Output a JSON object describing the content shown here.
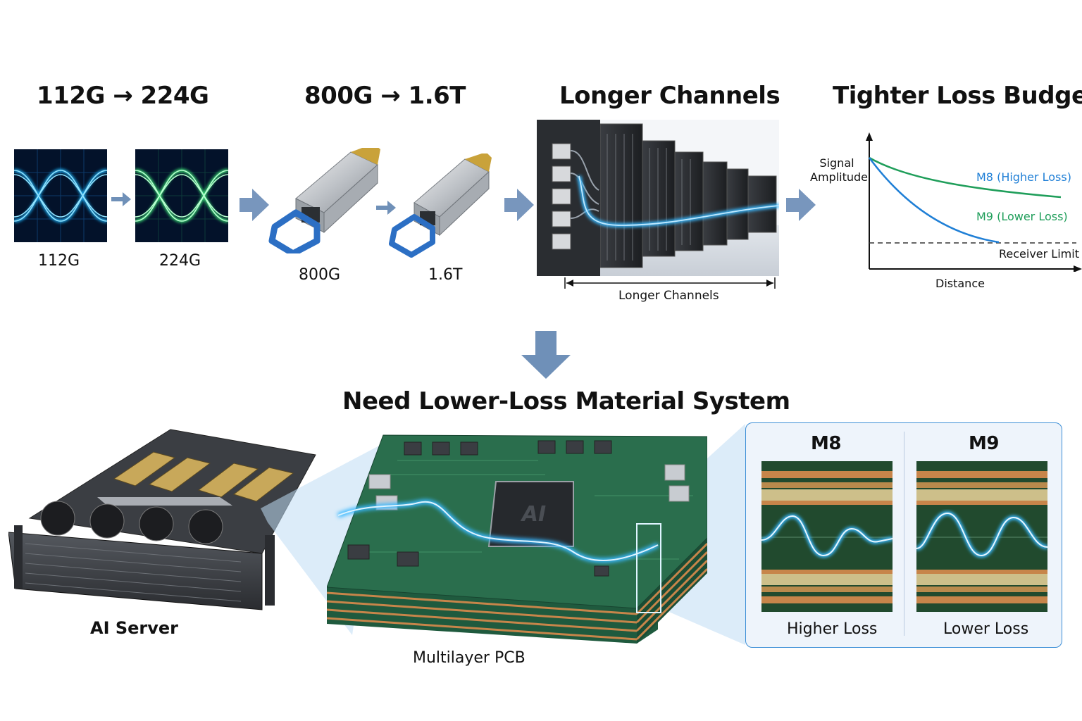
{
  "headings": {
    "serdes": "112G → 224G",
    "modules": "800G → 1.6T",
    "channels": "Longer Channels",
    "loss_budget": "Tighter Loss Budget",
    "conclusion": "Need Lower-Loss Material System"
  },
  "eye_diagrams": [
    {
      "label": "112G",
      "color": "#1fb7ff"
    },
    {
      "label": "224G",
      "color": "#3cf07a"
    }
  ],
  "modules": [
    {
      "label": "800G"
    },
    {
      "label": "1.6T"
    }
  ],
  "channels": {
    "dimension_label": "Longer Channels"
  },
  "loss_chart": {
    "ylabel_line1": "Signal",
    "ylabel_line2": "Amplitude",
    "xlabel": "Distance",
    "series": [
      {
        "name": "M8 (Higher Loss)",
        "color": "#1f9e5a"
      },
      {
        "name": "M9 (Lower Loss)",
        "color": "#1f7fd6"
      }
    ],
    "threshold_label": "Receiver Limit"
  },
  "bottom": {
    "server_label": "AI Server",
    "pcb_label": "Multilayer PCB",
    "chip_text": "AI",
    "comparison": [
      {
        "title": "M8",
        "caption": "Higher Loss"
      },
      {
        "title": "M9",
        "caption": "Lower Loss"
      }
    ]
  },
  "colors": {
    "arrow": "#6f90b8",
    "signal_glow": "#39b8ff",
    "pcb_green": "#1f5a3e",
    "copper": "#c7854a",
    "panel_border": "#3b8ed6"
  }
}
